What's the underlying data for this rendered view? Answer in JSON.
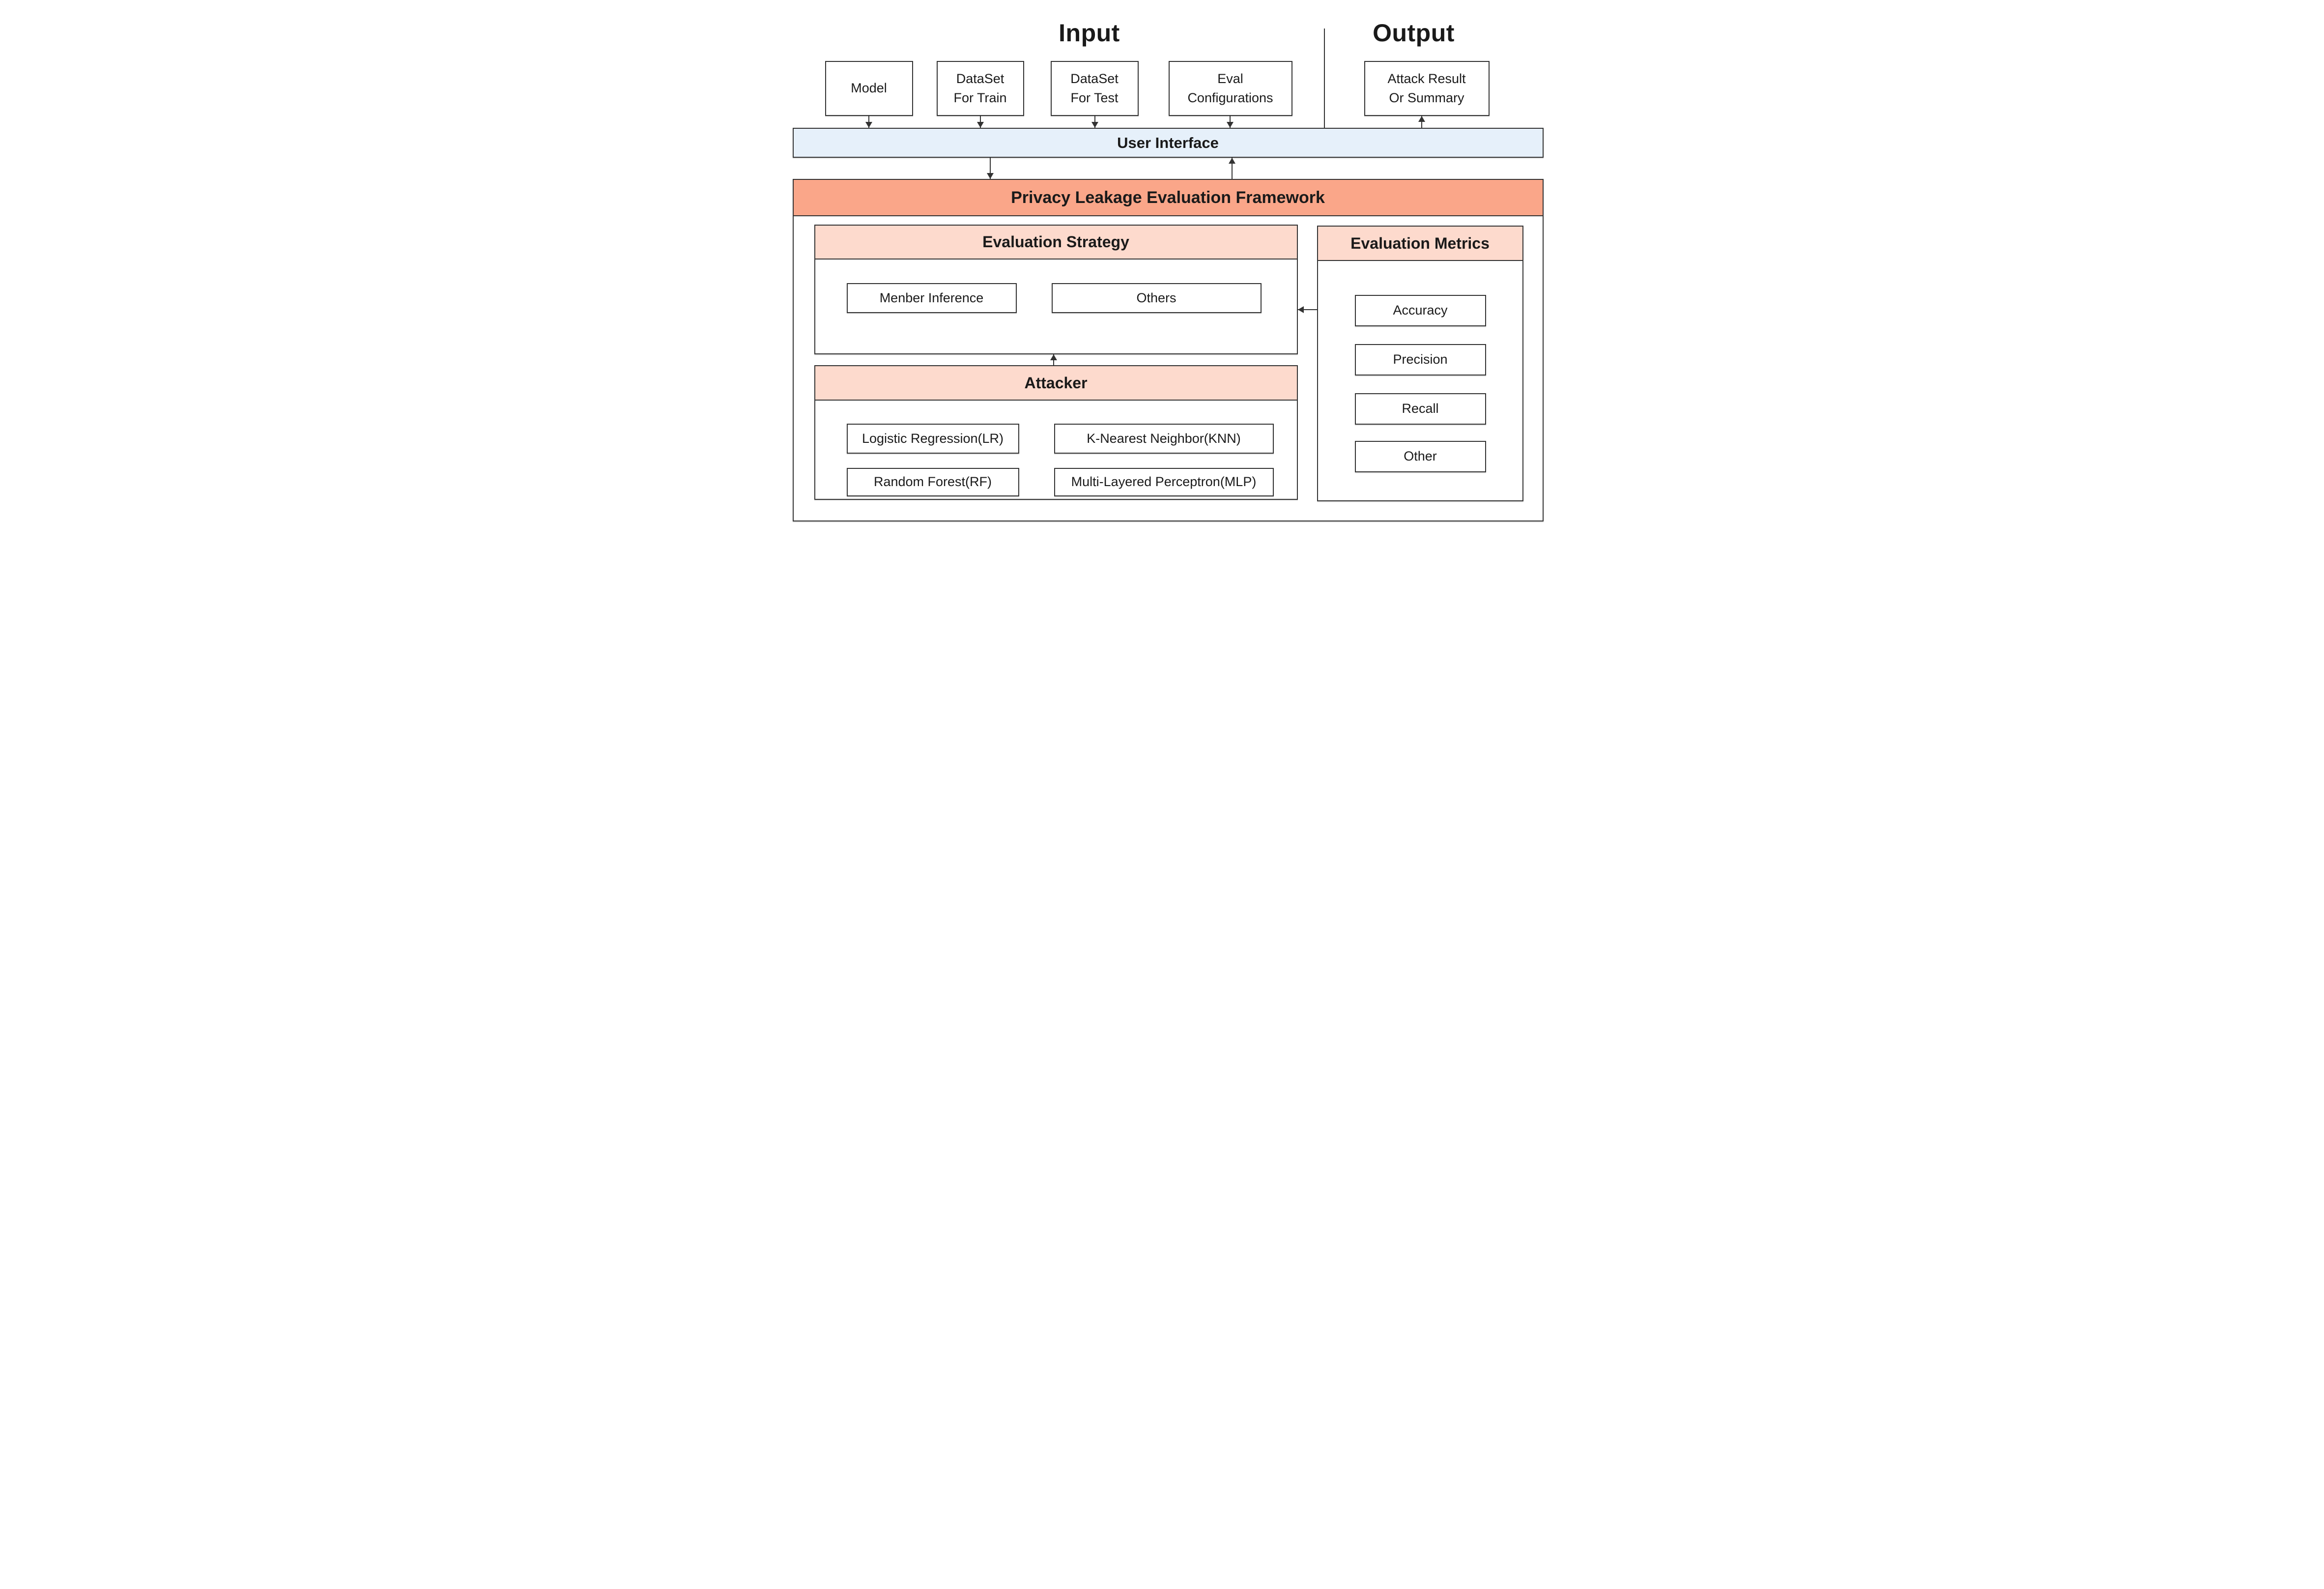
{
  "titles": {
    "input": "Input",
    "output": "Output"
  },
  "input_boxes": [
    {
      "label": "Model"
    },
    {
      "label": "DataSet\nFor Train"
    },
    {
      "label": "DataSet\nFor Test"
    },
    {
      "label": "Eval\nConfigurations"
    }
  ],
  "output_box": {
    "label": "Attack Result\nOr Summary"
  },
  "ui_bar": {
    "label": "User Interface"
  },
  "framework": {
    "title": "Privacy Leakage Evaluation Framework"
  },
  "strategy": {
    "title": "Evaluation Strategy",
    "items": [
      {
        "label": "Menber Inference"
      },
      {
        "label": "Others"
      }
    ]
  },
  "attacker": {
    "title": "Attacker",
    "items": [
      {
        "label": "Logistic Regression(LR)"
      },
      {
        "label": "K-Nearest Neighbor(KNN)"
      },
      {
        "label": "Random Forest(RF)"
      },
      {
        "label": "Multi-Layered Perceptron(MLP)"
      }
    ]
  },
  "metrics": {
    "title": "Evaluation Metrics",
    "items": [
      {
        "label": "Accuracy"
      },
      {
        "label": "Precision"
      },
      {
        "label": "Recall"
      },
      {
        "label": "Other"
      }
    ]
  },
  "colors": {
    "ui_bar_bg": "#e6f0fa",
    "framework_bar_bg": "#faa689",
    "section_header_bg": "#fddacd",
    "border": "#333333"
  }
}
